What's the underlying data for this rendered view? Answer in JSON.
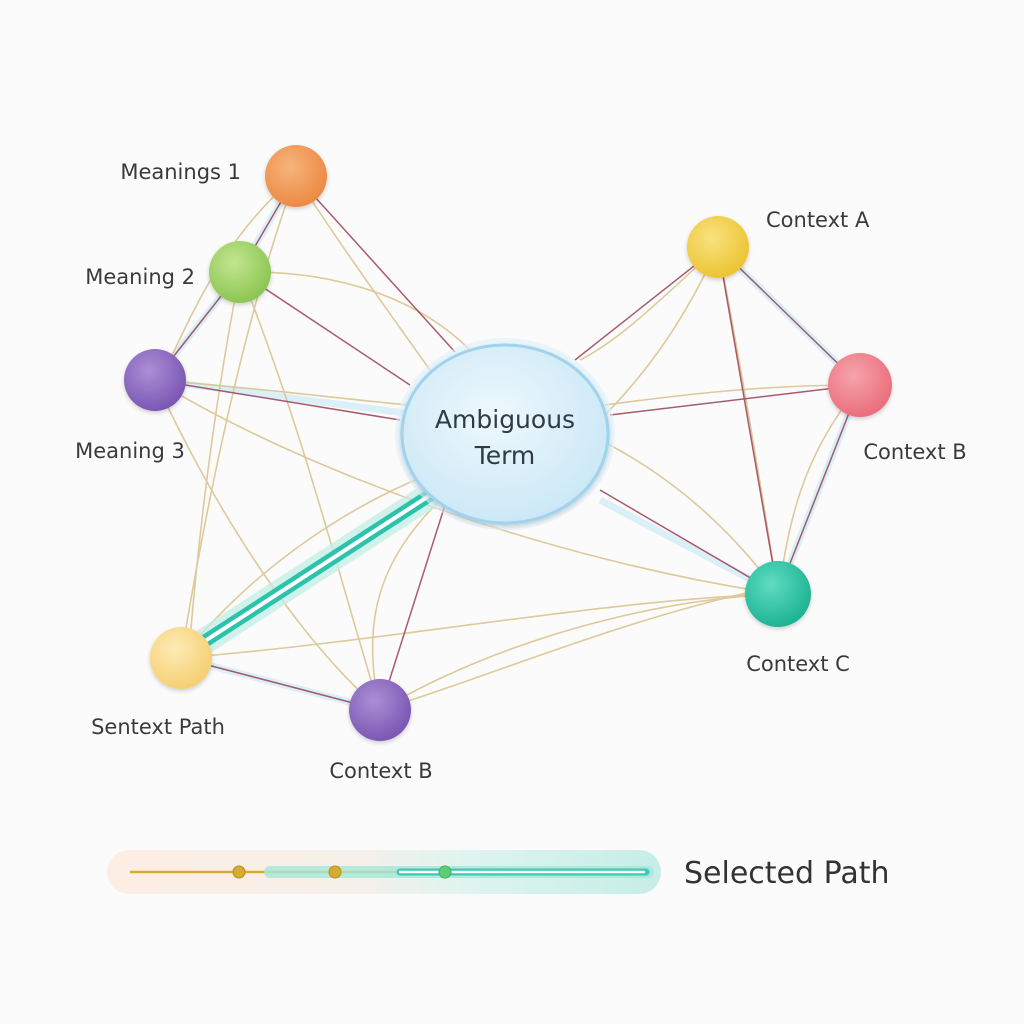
{
  "diagram": {
    "center": {
      "label_line1": "Ambiguous",
      "label_line2": "Term",
      "color": "#d4ecf8",
      "stroke": "#9fd3ee"
    },
    "nodes": [
      {
        "id": "meaning-1",
        "label": "Meanings 1",
        "color": "#f39a5a"
      },
      {
        "id": "meaning-2",
        "label": "Meaning 2",
        "color": "#a7d66a"
      },
      {
        "id": "meaning-3",
        "label": "Meaning 3",
        "color": "#8f6cc2"
      },
      {
        "id": "context-a",
        "label": "Context A",
        "color": "#f4d54c"
      },
      {
        "id": "context-b",
        "label": "Context B",
        "color": "#f0808c"
      },
      {
        "id": "context-c",
        "label": "Context C",
        "color": "#2fc4a6"
      },
      {
        "id": "sentext-path",
        "label": "Sentext Path",
        "color": "#fbd888"
      },
      {
        "id": "context-b2",
        "label": "Context B",
        "color": "#8f6cc2"
      }
    ],
    "edge_colors": {
      "thin_gold": "#d8c28a",
      "thin_red": "#9b3f55",
      "glow": "#bfe6f2",
      "highlight": "#2cc3ad"
    }
  },
  "legend": {
    "label": "Selected Path",
    "gold": "#d8aa2e",
    "green": "#5ccc7a",
    "teal": "#3ec9b4"
  }
}
